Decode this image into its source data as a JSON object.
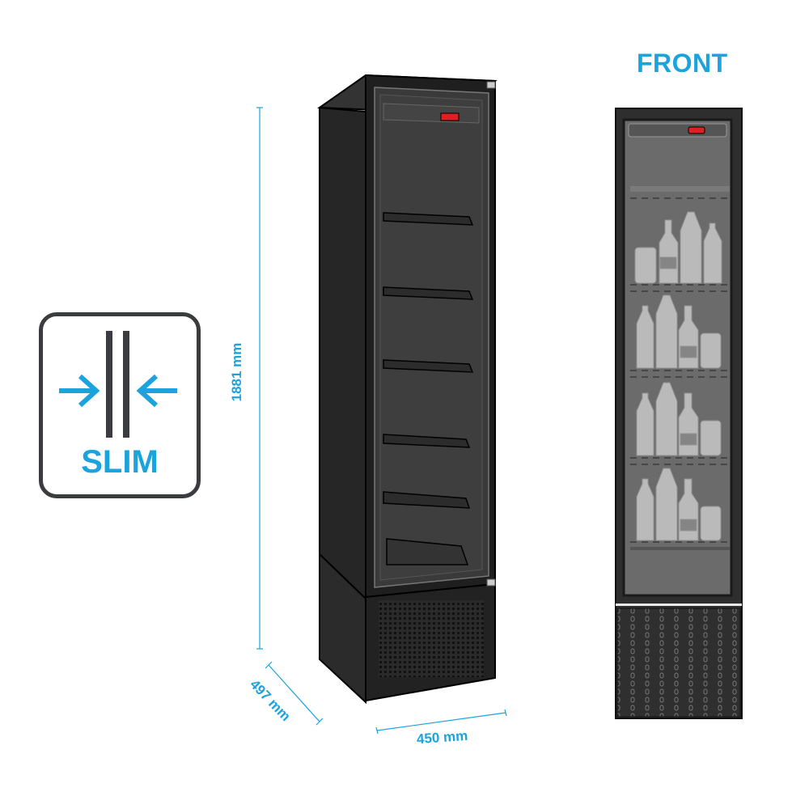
{
  "header": {
    "front_label": "FRONT"
  },
  "badge": {
    "label": "SLIM",
    "icon": "compress-arrows-icon"
  },
  "dimensions": {
    "height": "1881 mm",
    "width": "450 mm",
    "depth": "497 mm"
  },
  "colors": {
    "accent": "#1aa3dc",
    "cabinet": "#2a2a2a",
    "outline": "#3b3c3f",
    "indicator": "#e02020"
  }
}
